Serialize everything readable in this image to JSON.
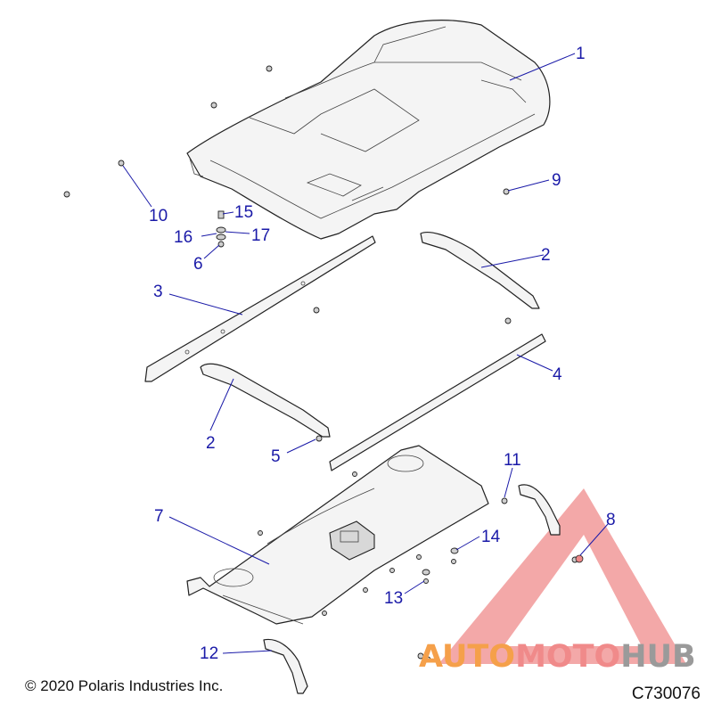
{
  "callouts": [
    {
      "id": "1",
      "label": "1"
    },
    {
      "id": "2a",
      "label": "2"
    },
    {
      "id": "2b",
      "label": "2"
    },
    {
      "id": "3",
      "label": "3"
    },
    {
      "id": "4",
      "label": "4"
    },
    {
      "id": "5",
      "label": "5"
    },
    {
      "id": "6",
      "label": "6"
    },
    {
      "id": "7",
      "label": "7"
    },
    {
      "id": "8",
      "label": "8"
    },
    {
      "id": "9",
      "label": "9"
    },
    {
      "id": "10",
      "label": "10"
    },
    {
      "id": "11",
      "label": "11"
    },
    {
      "id": "12",
      "label": "12"
    },
    {
      "id": "13",
      "label": "13"
    },
    {
      "id": "14",
      "label": "14"
    },
    {
      "id": "15",
      "label": "15"
    },
    {
      "id": "16",
      "label": "16"
    },
    {
      "id": "17",
      "label": "17"
    }
  ],
  "footer": {
    "copyright": "© 2020 Polaris Industries Inc.",
    "diagram_code": "C730076"
  },
  "watermark": {
    "part1": "AUTO",
    "part2": "MOTO",
    "part3": "HUB",
    "color_light": "#f5a04a",
    "color_pink": "#f08a8a",
    "color_gray": "#9a9a9a"
  },
  "colors": {
    "callout": "#1a1aa8",
    "line_art": "#222222"
  }
}
